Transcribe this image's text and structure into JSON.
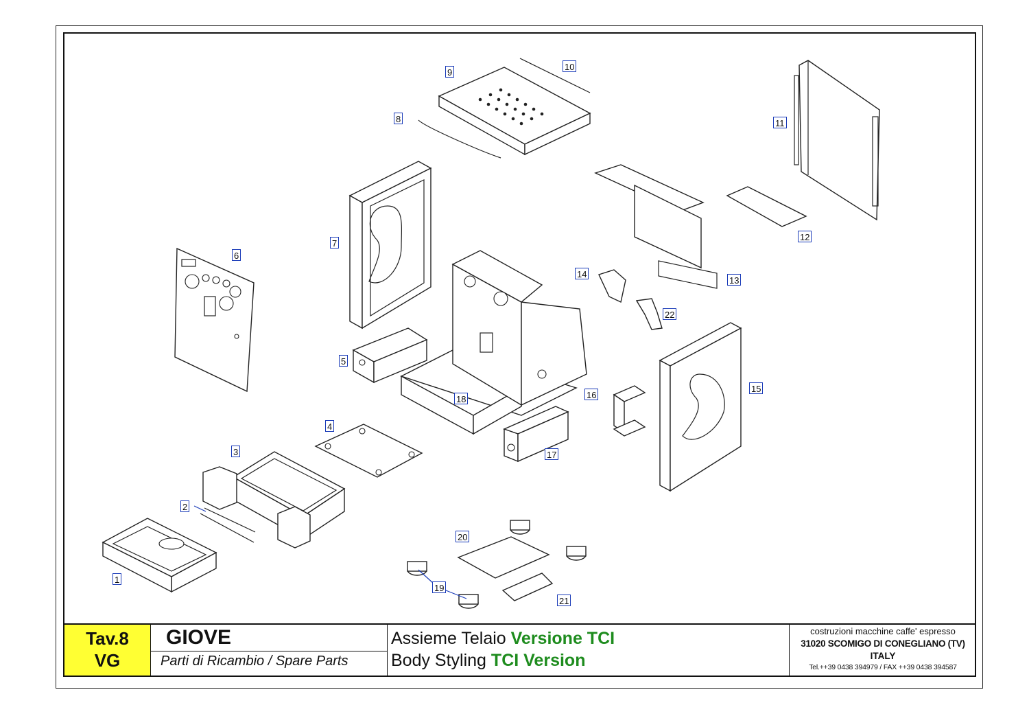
{
  "sheet": {
    "plate_number": "Tav.8",
    "plate_version": "VG",
    "model": "GIOVE",
    "subtitle": "Parti di Ricambio / Spare Parts",
    "description_it": "Assieme Telaio ",
    "description_it_highlight": "Versione TCI",
    "description_en": "Body Styling ",
    "description_en_highlight": "TCI Version"
  },
  "company": {
    "line1": "costruzioni macchine caffe' espresso",
    "line2": "31020 SCOMIGO DI CONEGLIANO (TV)",
    "line3": "ITALY",
    "line4": "Tel.++39 0438 394979 / FAX ++39 0438 394587"
  },
  "callouts": [
    "1",
    "2",
    "3",
    "4",
    "5",
    "6",
    "7",
    "8",
    "9",
    "10",
    "11",
    "12",
    "13",
    "14",
    "15",
    "16",
    "17",
    "18",
    "19",
    "20",
    "21",
    "22"
  ],
  "colors": {
    "highlight_green": "#1e8c1e",
    "plate_yellow": "#ffff33",
    "callout_blue": "#1a3bb8"
  }
}
